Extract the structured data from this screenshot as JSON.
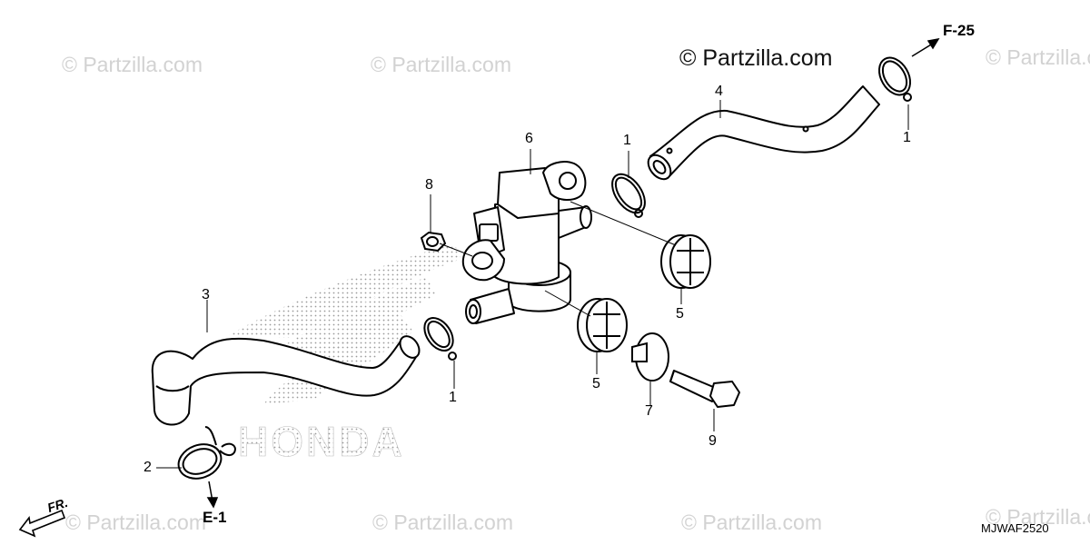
{
  "watermarks": {
    "faint": "© Partzilla.com",
    "main": "© Partzilla.com"
  },
  "brand_logo_text": "HONDA",
  "references": {
    "top": "F-25",
    "bottom": "E-1"
  },
  "front_label": "FR.",
  "diagram_code": "MJWAF2520",
  "callouts": [
    "1",
    "1",
    "1",
    "2",
    "3",
    "4",
    "5",
    "5",
    "6",
    "7",
    "8",
    "9"
  ],
  "colors": {
    "line": "#000000",
    "watermark": "#d2d2d2",
    "logo_dots": "#9a9a9a"
  }
}
